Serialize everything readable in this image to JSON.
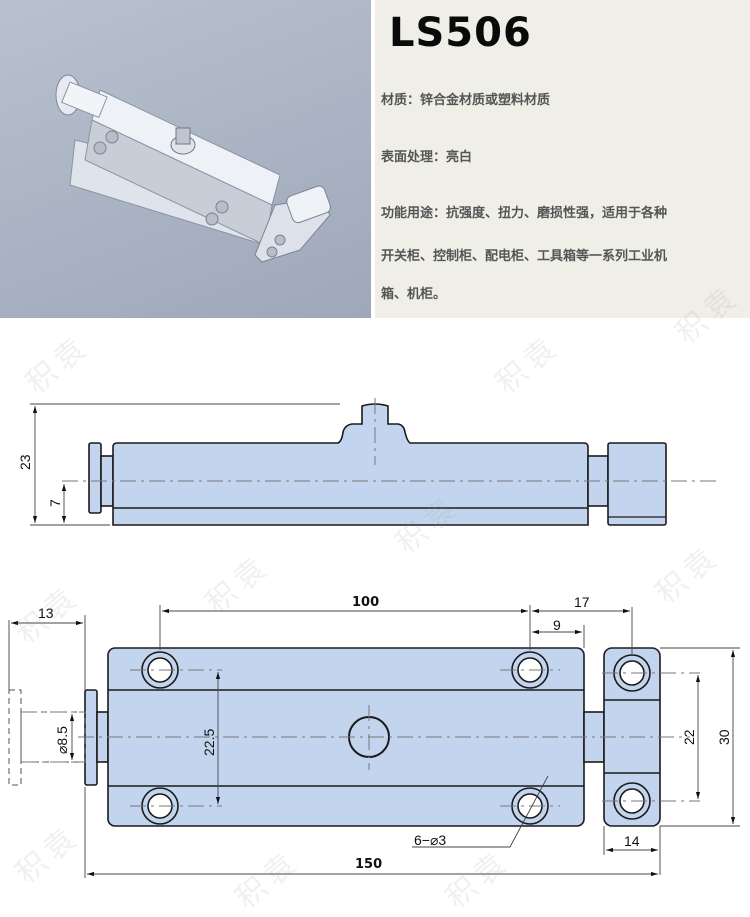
{
  "product": {
    "model": "LS506",
    "specs": [
      {
        "label": "材质",
        "value": "锌合金材质或塑料材质"
      },
      {
        "label": "表面处理",
        "value": "亮白"
      },
      {
        "label": "功能用途",
        "value": "抗强度、扭力、磨损性强，适用于各种开关柜、控制柜、配电柜、工具箱等一系列工业机箱、机柜。"
      }
    ],
    "spec_lines": [
      "材质：锌合金材质或塑料材质",
      "表面处理：亮白",
      "功能用途：抗强度、扭力、磨损性强，适用于各种",
      "开关柜、控制柜、配电柜、工具箱等一系列工业机",
      "箱、机柜。"
    ]
  },
  "photo": {
    "alt": "chrome-spring-bolt-latch-photo",
    "background": "#aab3c3"
  },
  "watermark": {
    "text": "积袁"
  },
  "colors": {
    "part_fill": "#c3d5ee",
    "outline": "#1a1a1a",
    "info_bg": "#efefe7"
  },
  "drawing": {
    "side_view": {
      "dims": {
        "height_total": "23",
        "center_height": "7"
      }
    },
    "top_view": {
      "dims": {
        "bolt_travel": "13",
        "bolt_diameter": "⌀8.5",
        "hole_spacing_long": "100",
        "hole_spacing_vertical": "22.5",
        "strike_offset": "17",
        "end_offset": "9",
        "strike_hole_spacing": "22",
        "strike_height": "30",
        "strike_width": "14",
        "overall_length": "150",
        "holes_callout": "6−⌀3"
      }
    }
  }
}
